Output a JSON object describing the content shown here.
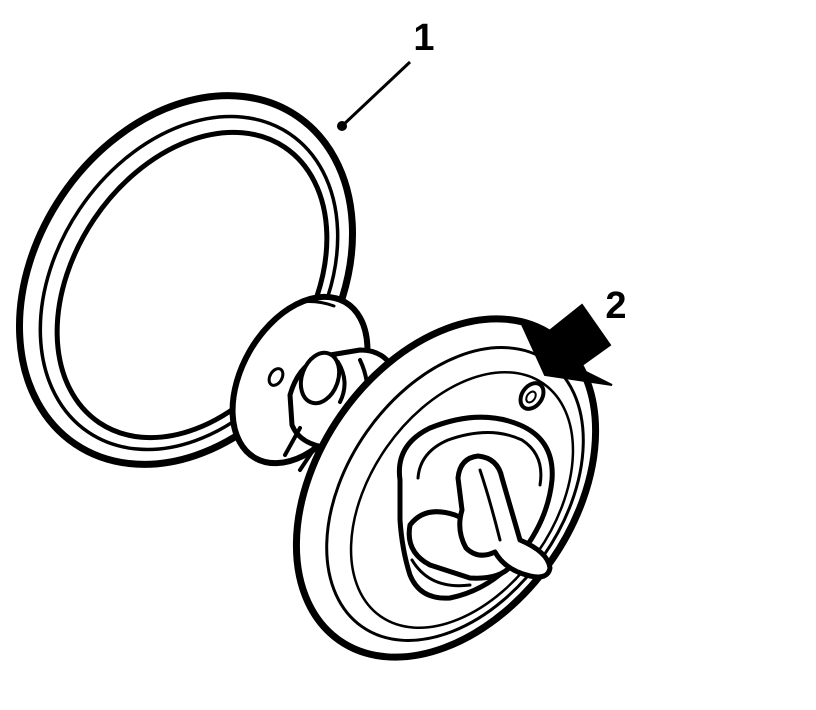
{
  "callouts": [
    {
      "number": "1",
      "part": "seal-ring"
    },
    {
      "number": "2",
      "part": "bleed-hole"
    }
  ],
  "colors": {
    "line": "#000000",
    "fill": "#ffffff"
  }
}
